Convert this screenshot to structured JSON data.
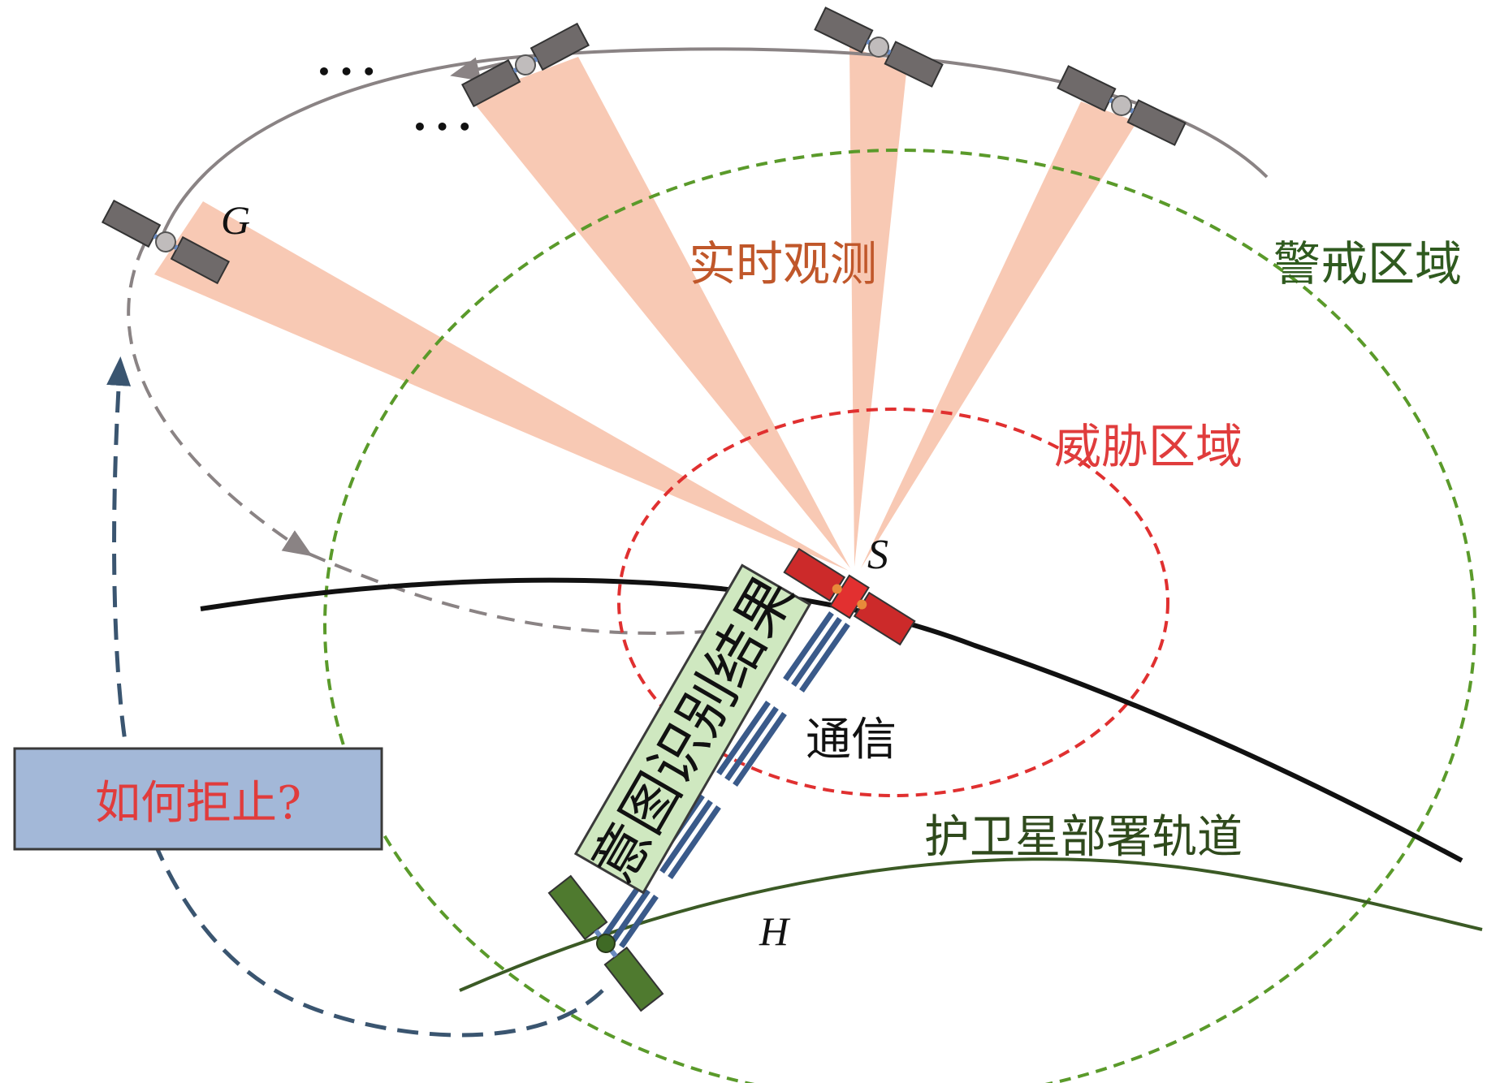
{
  "labels": {
    "realtime_observation": "实时观测",
    "warning_zone": "警戒区域",
    "threat_zone": "威胁区域",
    "communication": "通信",
    "escort_orbit": "护卫星部署轨道",
    "intent_result": "意图识别结果",
    "how_to_deny": "如何拒止?",
    "sat_g": "G",
    "sat_s": "S",
    "sat_h": "H",
    "ellipsis_1": "• • •",
    "ellipsis_2": "• • •"
  },
  "colors": {
    "observation_text": "#c0572a",
    "warning_text": "#2f5a1f",
    "threat_text": "#e03c3c",
    "warning_ring": "#5a9a2a",
    "threat_ring": "#e03030",
    "beam_fill": "#f8c9b4",
    "orbit_gray": "#8a8384",
    "target_orbit": "#111111",
    "escort_orbit": "#3b5a25",
    "intent_box_fill": "#cfe8c0",
    "deny_box_fill": "#a3b8d8",
    "deny_path": "#3a5570",
    "comm_links": "#3a5a8a",
    "sat_target": "#cc2a2a",
    "sat_escort": "#4f7a2f",
    "sat_observer": "#6f6a6a"
  }
}
